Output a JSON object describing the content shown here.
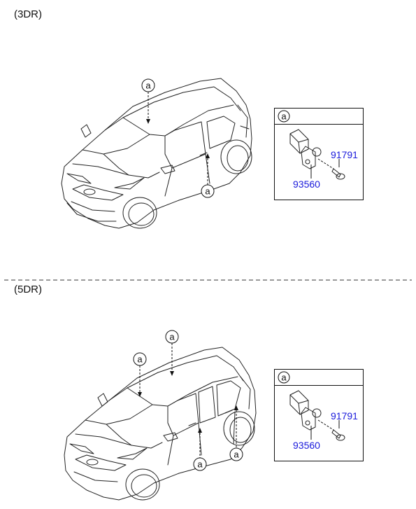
{
  "sections": [
    {
      "label": "(3DR)",
      "callout_letter": "a",
      "detail": {
        "letter": "a",
        "parts": [
          {
            "number": "91791"
          },
          {
            "number": "93560"
          }
        ]
      }
    },
    {
      "label": "(5DR)",
      "callout_letter": "a",
      "detail": {
        "letter": "a",
        "parts": [
          {
            "number": "91791"
          },
          {
            "number": "93560"
          }
        ]
      }
    }
  ],
  "colors": {
    "part_link": "#1a1adb",
    "line": "#111111"
  }
}
